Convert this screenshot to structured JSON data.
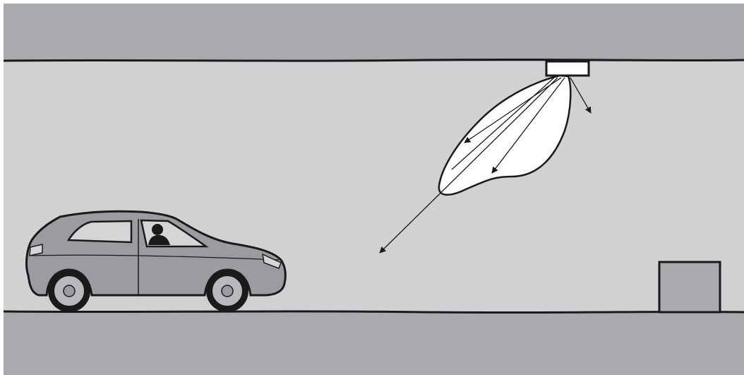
{
  "scene": {
    "colors": {
      "ceiling_fill": "#a8aaad",
      "road_fill": "#a8aaad",
      "tunnel_space": "#d0d1d3",
      "outline": "#1a1a1a",
      "car_body": "#9a9c9f",
      "car_window": "#d4d5d7",
      "beam_fill": "#ffffff",
      "obstacle_fill": "#a8aaad"
    },
    "elements": [
      "ceiling",
      "luminaire",
      "light-distribution-lobe",
      "light-ray-arrows",
      "car",
      "driver",
      "road",
      "obstacle-box"
    ]
  }
}
